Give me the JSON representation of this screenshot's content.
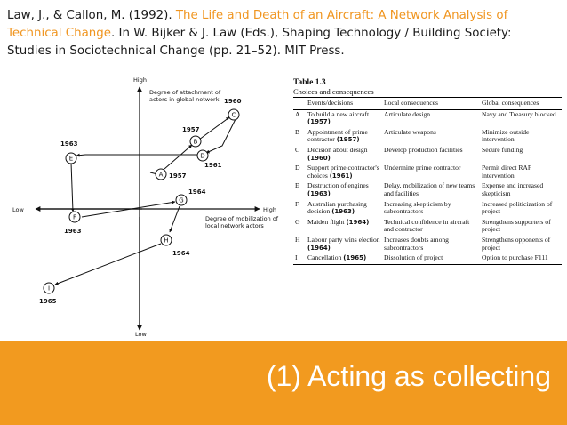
{
  "citation": {
    "prefix": "Law, J., & Callon, M. (1992). ",
    "highlight": "The Life and Death of an Aircraft: A Network Analysis of Technical Change",
    "suffix": ". In W. Bijker & J. Law (Eds.), Shaping Technology / Building Society: Studies in Sociotechnical Change (pp. 21–52). MIT Press."
  },
  "graph": {
    "axis_high_top": "High",
    "axis_low_bottom": "Low",
    "axis_low_left": "Low",
    "axis_high_right": "High",
    "y_label_line1": "Degree of attachment of",
    "y_label_line2": "actors in global network",
    "x_label_line1": "Degree of mobilization of",
    "x_label_line2": "local network actors",
    "nodes": [
      {
        "id": "A",
        "year": "1957"
      },
      {
        "id": "B",
        "year": "1957"
      },
      {
        "id": "C",
        "year": "1960"
      },
      {
        "id": "D",
        "year": "1961"
      },
      {
        "id": "E",
        "year": "1963"
      },
      {
        "id": "F",
        "year": "1963"
      },
      {
        "id": "G",
        "year": "1964"
      },
      {
        "id": "H",
        "year": "1964"
      },
      {
        "id": "I",
        "year": "1965"
      }
    ]
  },
  "table": {
    "title": "Table 1.3",
    "subtitle": "Choices and consequences",
    "headers": [
      "Events/decisions",
      "Local consequences",
      "Global consequences"
    ],
    "rows": [
      {
        "letter": "A",
        "event": "To build a new aircraft",
        "note": "(1957)",
        "local": "Articulate design",
        "global": "Navy and Treasury blocked"
      },
      {
        "letter": "B",
        "event": "Appointment of prime contractor",
        "note": "(1957)",
        "local": "Articulate weapons",
        "global": "Minimize outside intervention"
      },
      {
        "letter": "C",
        "event": "Decision about design",
        "note": "(1960)",
        "local": "Develop production facilities",
        "global": "Secure funding"
      },
      {
        "letter": "D",
        "event": "Support prime contractor's choices",
        "note": "(1961)",
        "local": "Undermine prime contractor",
        "global": "Permit direct RAF intervention"
      },
      {
        "letter": "E",
        "event": "Destruction of engines",
        "note": "(1963)",
        "local": "Delay, mobilization of new teams and facilities",
        "global": "Expense and increased skepticism"
      },
      {
        "letter": "F",
        "event": "Australian purchasing decision",
        "note": "(1963)",
        "local": "Increasing skepticism by subcontractors",
        "global": "Increased politicization of project"
      },
      {
        "letter": "G",
        "event": "Maiden flight",
        "note": "(1964)",
        "local": "Technical confidence in aircraft and contractor",
        "global": "Strengthens supporters of project"
      },
      {
        "letter": "H",
        "event": "Labour party wins election",
        "note": "(1964)",
        "local": "Increases doubts among subcontractors",
        "global": "Strengthens opponents of project"
      },
      {
        "letter": "I",
        "event": "Cancellation",
        "note": "(1965)",
        "local": "Dissolution of project",
        "global": "Option to purchase F111"
      }
    ]
  },
  "banner": {
    "text": "(1) Acting as collecting",
    "color": "#f29a1f"
  }
}
